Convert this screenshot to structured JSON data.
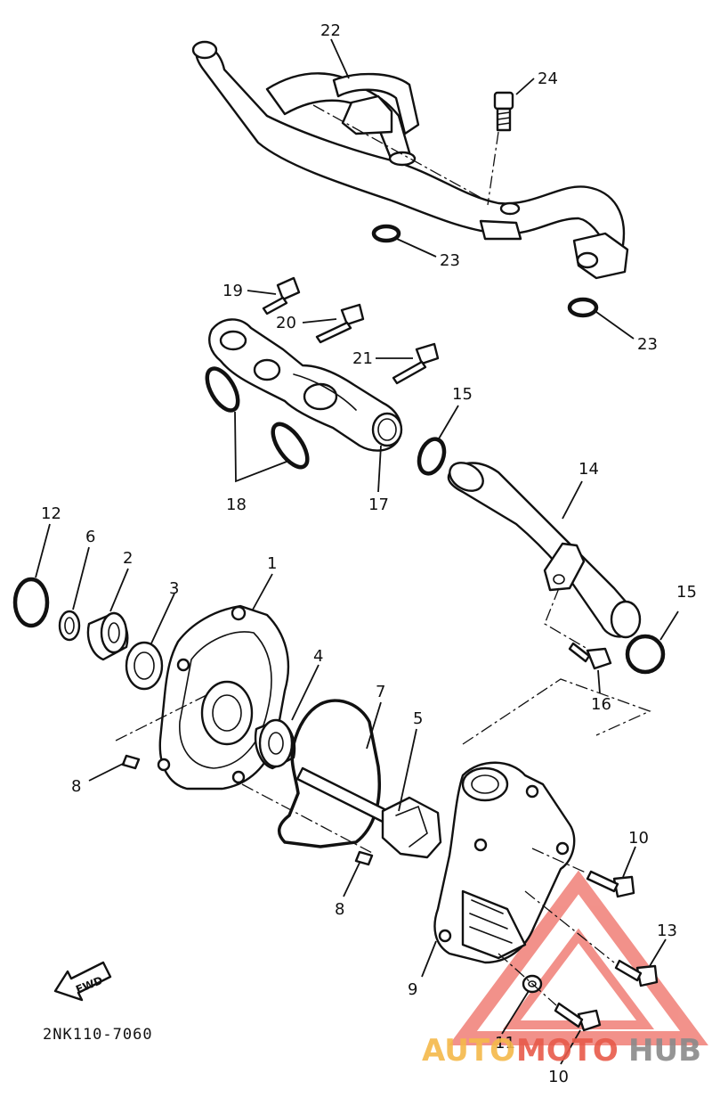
{
  "diagram_code": "2NK110-7060",
  "fwd_label": "FWD",
  "watermark": {
    "part1": "AUTO",
    "part2": "MOTO",
    "part3": "HUB",
    "color1": "#f5b94a",
    "color2": "#e85a4a",
    "color3": "#8a8a8a",
    "logo_color": "#e8392b"
  },
  "callouts": {
    "c1": "1",
    "c2": "2",
    "c3": "3",
    "c4": "4",
    "c5": "5",
    "c6": "6",
    "c7": "7",
    "c8a": "8",
    "c8b": "8",
    "c9": "9",
    "c10a": "10",
    "c10b": "10",
    "c11": "11",
    "c12": "12",
    "c13": "13",
    "c14": "14",
    "c15a": "15",
    "c15b": "15",
    "c16": "16",
    "c17": "17",
    "c18": "18",
    "c19": "19",
    "c20": "20",
    "c21": "21",
    "c22": "22",
    "c23a": "23",
    "c23b": "23",
    "c24": "24"
  }
}
